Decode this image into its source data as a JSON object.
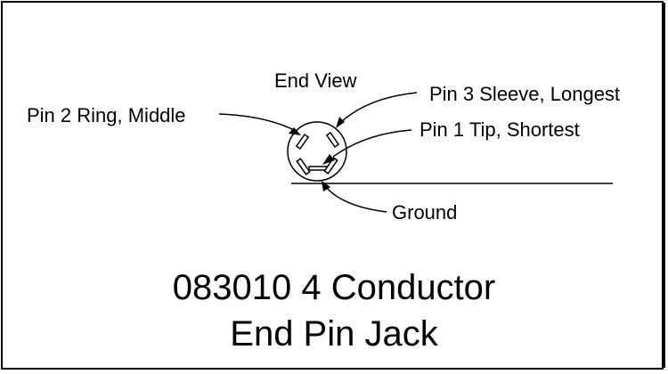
{
  "diagram": {
    "view_label": "End View",
    "pin3_label": "Pin 3 Sleeve, Longest",
    "pin2_label": "Pin 2 Ring, Middle",
    "pin1_label": "Pin 1 Tip, Shortest",
    "ground_label": "Ground"
  },
  "title": {
    "line1": "083010 4 Conductor",
    "line2": "End Pin Jack"
  }
}
